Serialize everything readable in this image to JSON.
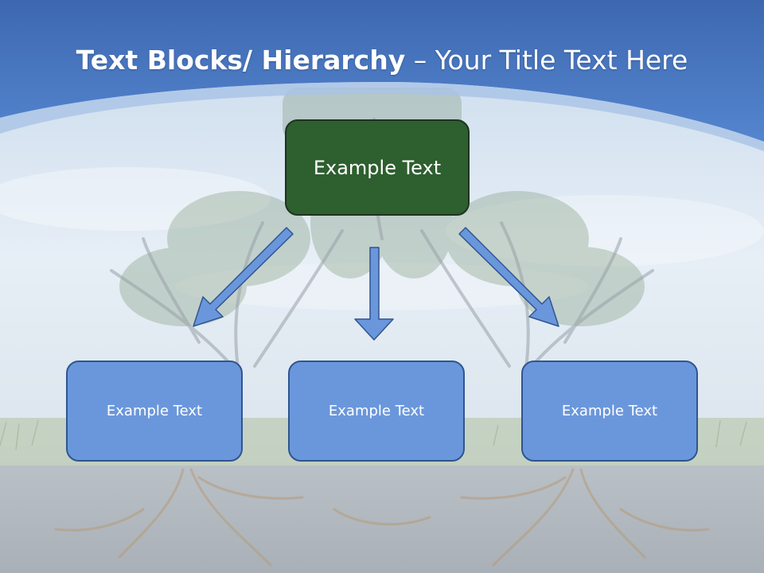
{
  "title": {
    "bold": "Text Blocks/ Hierarchy",
    "light": " – Your Title Text Here"
  },
  "hierarchy": {
    "root": {
      "label": "Example Text"
    },
    "children": [
      {
        "label": "Example Text"
      },
      {
        "label": "Example Text"
      },
      {
        "label": "Example Text"
      }
    ]
  },
  "colors": {
    "header_blue": "#4a7bc6",
    "root_box": "#2e5f2f",
    "child_box": "#6a97dc",
    "arrow": "#6a97dc"
  }
}
